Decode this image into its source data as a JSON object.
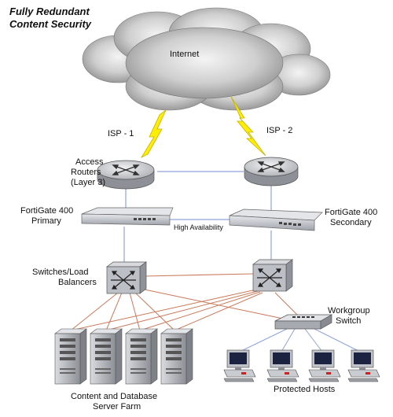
{
  "title": {
    "line1": "Fully Redundant",
    "line2": "Content Security"
  },
  "labels": {
    "internet": "Internet",
    "isp1": "ISP - 1",
    "isp2": "ISP - 2",
    "routers_l1": "Access",
    "routers_l2": "Routers",
    "routers_l3": "(Layer 3)",
    "fg_left_l1": "FortiGate 400",
    "fg_left_l2": "Primary",
    "fg_right_l1": "FortiGate 400",
    "fg_right_l2": "Secondary",
    "ha": "High Availability",
    "switches_l1": "Switches/Load",
    "switches_l2": "Balancers",
    "workgroup_l1": "Workgroup",
    "workgroup_l2": "Switch",
    "servers_l1": "Content and Database",
    "servers_l2": "Server Farm",
    "hosts": "Protected Hosts"
  },
  "colors": {
    "lan_link": "#c97a5a",
    "wan_link": "#8fa3d9",
    "lightning": "#ffee00",
    "device_gray": "#b9bcc2"
  },
  "icons": [
    "cloud-icon",
    "lightning-icon",
    "router-icon",
    "firewall-icon",
    "load-balancer-icon",
    "switch-icon",
    "server-icon",
    "workstation-icon"
  ]
}
